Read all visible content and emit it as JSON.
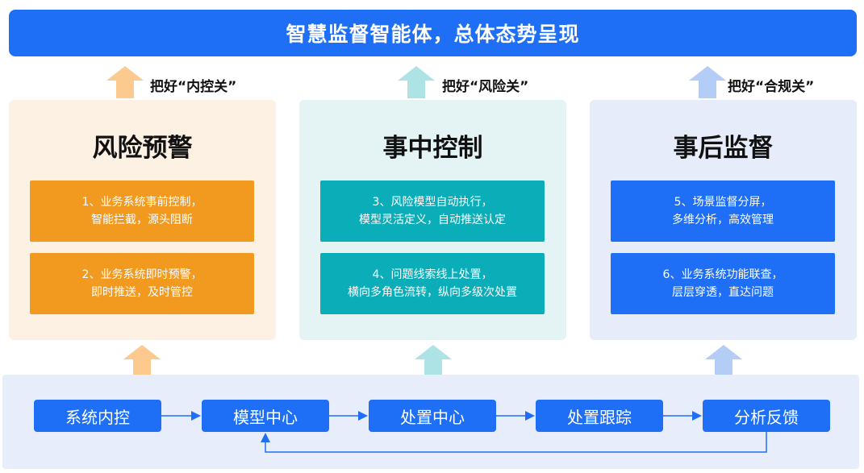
{
  "banner": {
    "title": "智慧监督智能体，总体态势呈现"
  },
  "colors": {
    "primary_blue": "#1e6ff5",
    "orange": "#f29a1f",
    "teal": "#0aadb8",
    "panel_orange_bg": "#fdf1e3",
    "panel_teal_bg": "#e4f4f5",
    "panel_blue_bg": "#e7ecfb",
    "arrow_orange": "#fcc98f",
    "arrow_teal": "#aee3e6",
    "arrow_blue": "#b4cdf7",
    "flow_bg": "#e7edfb"
  },
  "gates": [
    {
      "label": "把好“内控关”"
    },
    {
      "label": "把好“风险关”"
    },
    {
      "label": "把好“合规关”"
    }
  ],
  "panels": [
    {
      "title": "风险预警",
      "items": [
        {
          "line1": "1、业务系统事前控制，",
          "line2": "智能拦截，源头阻断"
        },
        {
          "line1": "2、业务系统即时预警，",
          "line2": "即时推送，及时管控"
        }
      ]
    },
    {
      "title": "事中控制",
      "items": [
        {
          "line1": "3、风险模型自动执行，",
          "line2": "模型灵活定义，自动推送认定"
        },
        {
          "line1": "4、问题线索线上处置，",
          "line2": "横向多角色流转，纵向多级次处置"
        }
      ]
    },
    {
      "title": "事后监督",
      "items": [
        {
          "line1": "5、场景监督分屏，",
          "line2": "多维分析，高效管理"
        },
        {
          "line1": "6、业务系统功能联查，",
          "line2": "层层穿透，直达问题"
        }
      ]
    }
  ],
  "flow": {
    "steps": [
      {
        "label": "系统内控"
      },
      {
        "label": "模型中心"
      },
      {
        "label": "处置中心"
      },
      {
        "label": "处置跟踪"
      },
      {
        "label": "分析反馈"
      }
    ]
  }
}
